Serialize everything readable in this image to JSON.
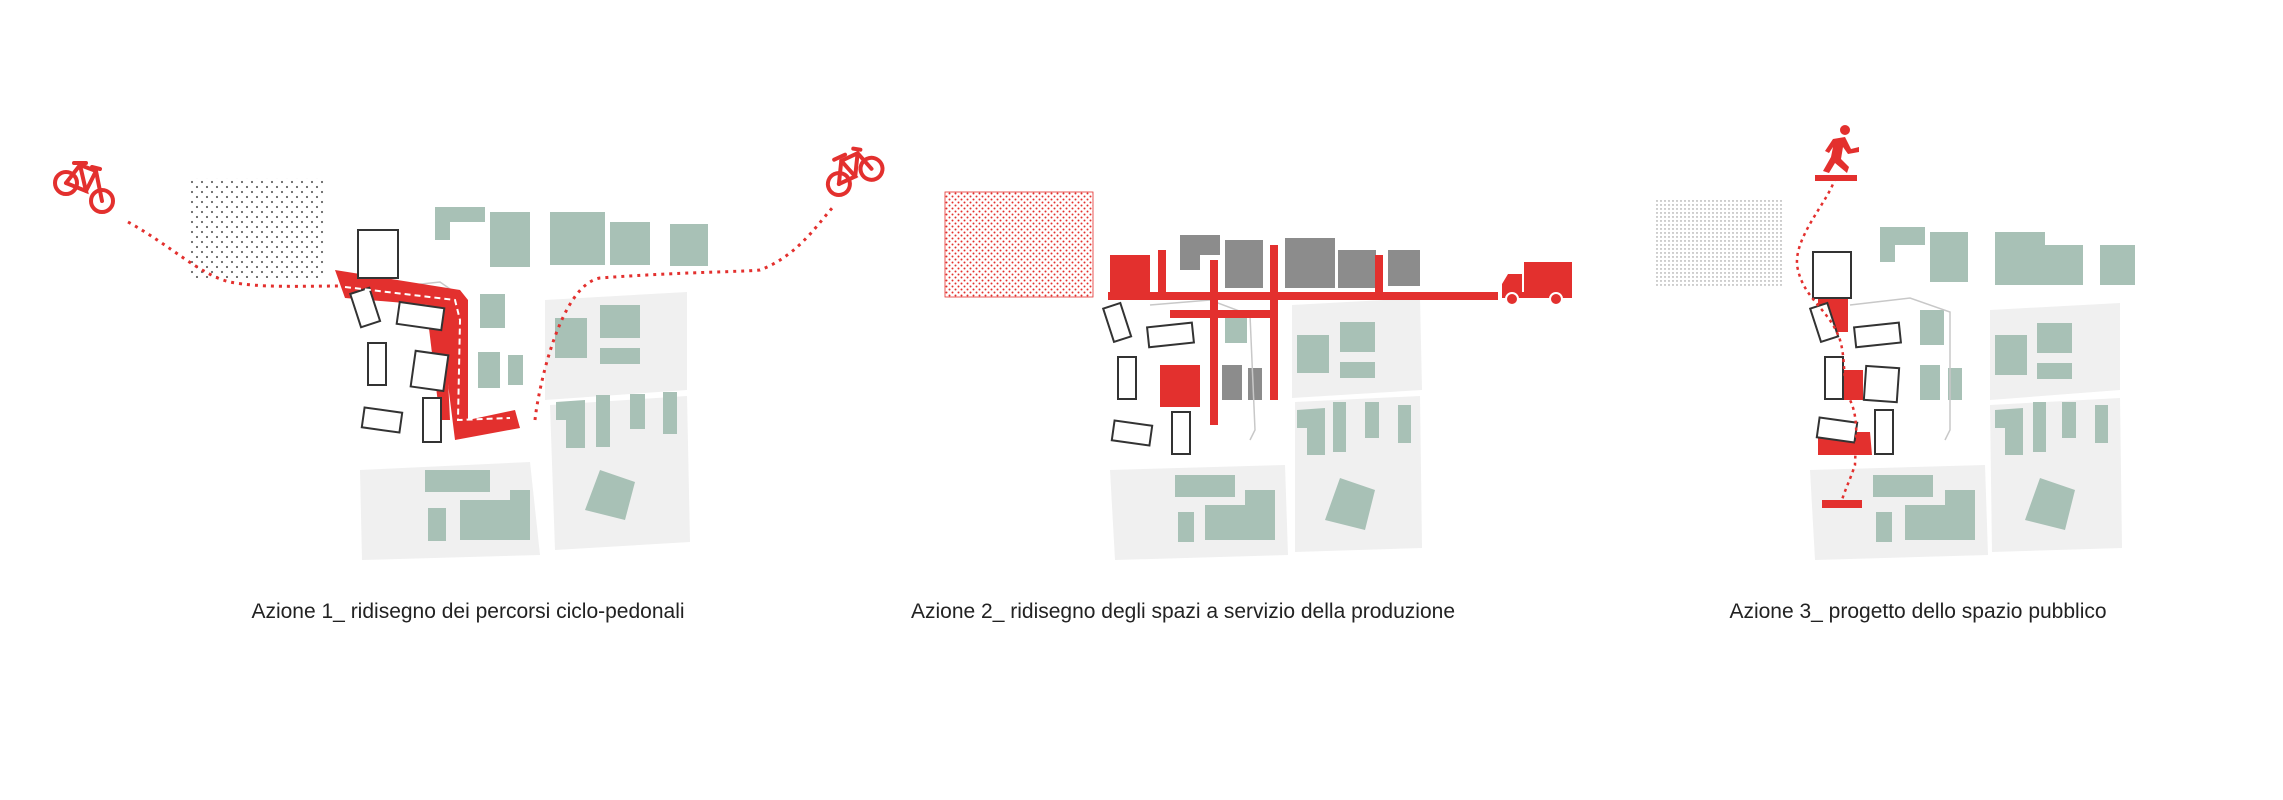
{
  "colors": {
    "accent": "#e3302e",
    "block": "#f0f0f0",
    "green_building": "#a8c1b6",
    "grey_building": "#8c8c8c",
    "outline": "#333333",
    "dots": "#666666"
  },
  "panels": [
    {
      "caption": "Azione 1_ ridisegno dei percorsi ciclo-pedonali",
      "icons": [
        "bicycle-icon",
        "bicycle-icon"
      ]
    },
    {
      "caption": "Azione 2_ ridisegno degli spazi a servizio della produzione",
      "icons": [
        "truck-icon"
      ]
    },
    {
      "caption": "Azione 3_ progetto dello spazio pubblico",
      "icons": [
        "pedestrian-icon"
      ]
    }
  ]
}
